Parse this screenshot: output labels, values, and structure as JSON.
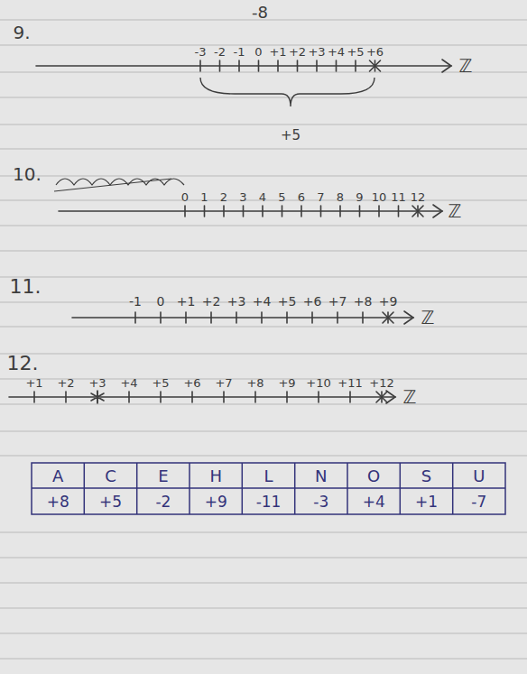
{
  "diagram": {
    "labels": [
      "9.",
      "-8",
      "-3",
      "-2",
      "-1",
      "0",
      "+1",
      "+2",
      "+3",
      "+4",
      "+5",
      "+6",
      "ℤ",
      "+5",
      "10.",
      "0",
      "1",
      "2",
      "3",
      "4",
      "5",
      "6",
      "7",
      "8",
      "9",
      "10",
      "11",
      "12",
      "ℤ",
      "11.",
      "-1",
      "0",
      "+1",
      "+2",
      "+3",
      "+4",
      "+5",
      "+6",
      "+7",
      "+8",
      "+9",
      "ℤ",
      "12.",
      "+1",
      "+2",
      "+3",
      "+4",
      "+5",
      "+6",
      "+7",
      "+8",
      "+9",
      "+10",
      "+11",
      "+12",
      "ℤ",
      "A",
      "C",
      "E",
      "H",
      "L",
      "N",
      "O",
      "S",
      "U",
      "+8",
      "+5",
      "-2",
      "+9",
      "-11",
      "-3",
      "+4",
      "+1",
      "-7"
    ]
  }
}
